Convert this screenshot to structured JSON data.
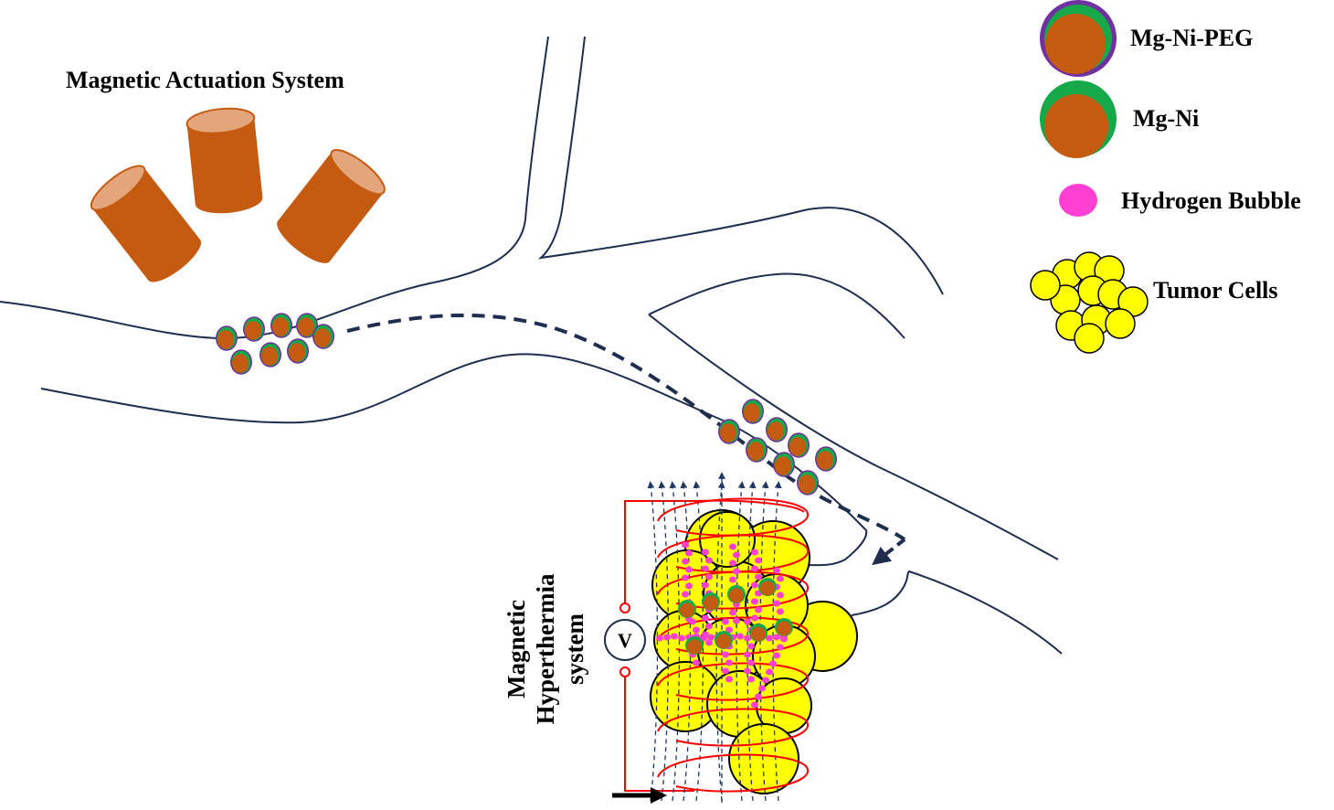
{
  "titles": {
    "actuation": "Magnetic Actuation System",
    "hyperthermia_line1": "Magnetic",
    "hyperthermia_line2": "Hyperthermia",
    "hyperthermia_line3": "system",
    "voltmeter": "V"
  },
  "legend": {
    "mg_ni_peg": "Mg-Ni-PEG",
    "mg_ni": "Mg-Ni",
    "hydrogen_bubble": "Hydrogen Bubble",
    "tumor_cells": "Tumor Cells"
  },
  "colors": {
    "vessel": "#1f2d4f",
    "magnet": "#c55a11",
    "magnet_top": "#e3a57a",
    "particle_core": "#c55a11",
    "ni_coat": "#16a94a",
    "peg_coat": "#7030a0",
    "bubble": "#ff3fd2",
    "tumor": "#ffff00",
    "coil": "#ff0000",
    "field": "#1f3864"
  }
}
